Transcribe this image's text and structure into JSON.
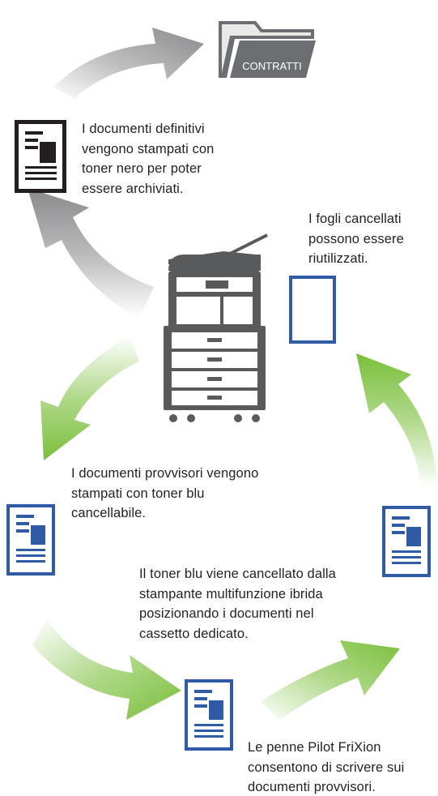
{
  "folder": {
    "label": "CONTRATTI"
  },
  "notes": {
    "final_docs": [
      "I documenti definitivi",
      "vengono stampati con",
      "toner nero per poter",
      "essere archiviati."
    ],
    "reuse": [
      "I fogli cancellati",
      "possono essere",
      "riutilizzati."
    ],
    "provisional": [
      "I documenti provvisori vengono",
      "stampati con toner blu",
      "cancellabile."
    ],
    "erase": [
      "Il toner blu viene cancellato dalla",
      "stampante multifunzione ibrida",
      "posizionando i documenti nel",
      "cassetto dedicato."
    ],
    "pens": [
      "Le penne Pilot FriXion",
      "consentono di scrivere sui",
      "documenti provvisori."
    ]
  },
  "colors": {
    "black_doc": "#231f20",
    "blue_doc": "#2f5aa4",
    "gray_arrow": "#8a8a8c",
    "green_arrow": "#7bbf3c",
    "printer": "#585a5c",
    "folder": "#6d6e71"
  }
}
